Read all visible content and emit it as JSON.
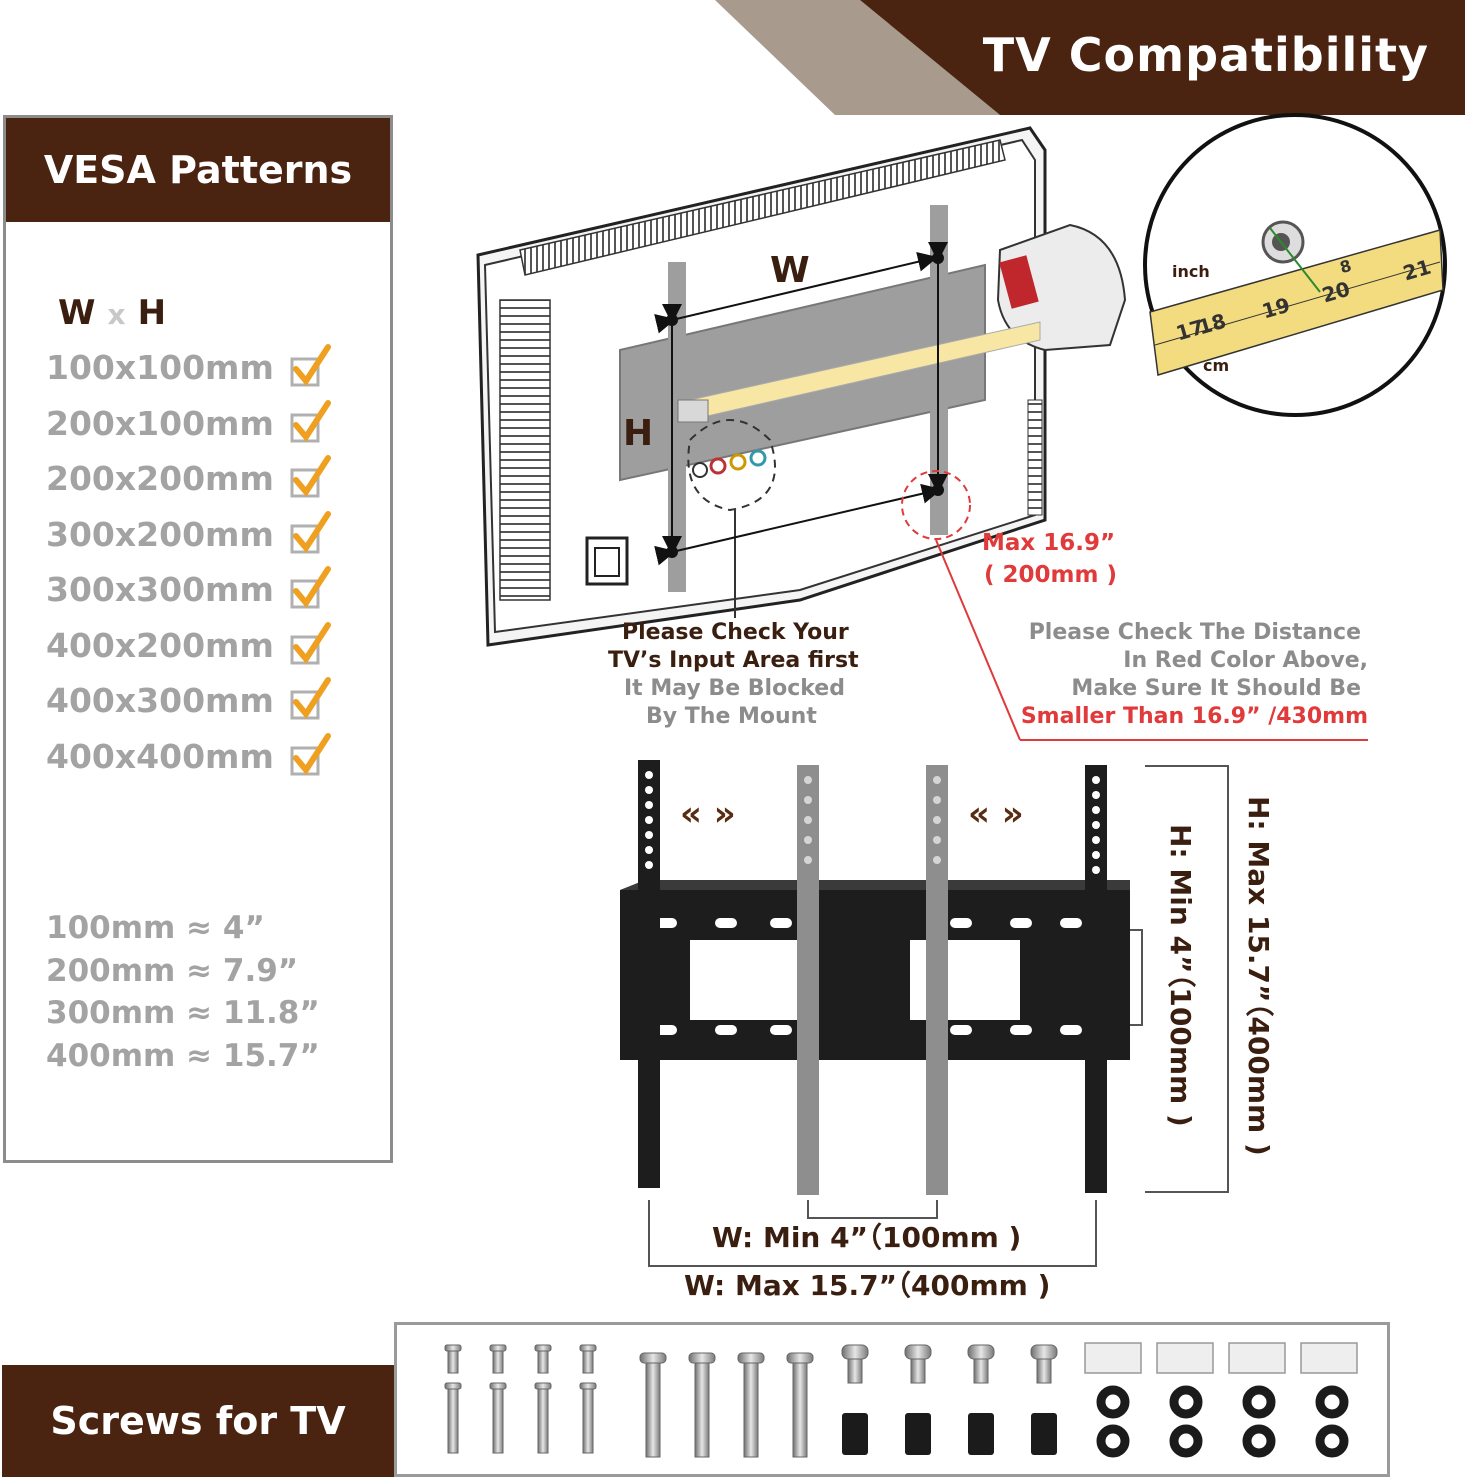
{
  "header": {
    "title": "TV  Compatibility"
  },
  "vesa": {
    "title": "VESA Patterns",
    "w_label": "W",
    "x_label": "x",
    "h_label": "H",
    "patterns": [
      "100x100mm",
      "200x100mm",
      "200x200mm",
      "300x200mm",
      "300x300mm",
      "400x200mm",
      "400x300mm",
      "400x400mm"
    ],
    "conversions": [
      "100mm ≈ 4”",
      "200mm ≈ 7.9”",
      "300mm ≈ 11.8”",
      "400mm ≈ 15.7”"
    ]
  },
  "tv_diagram": {
    "w_label": "W",
    "h_label": "H",
    "tape_inch": "inch",
    "tape_cm": "cm",
    "tape_numbers": [
      "17",
      "18",
      "19",
      "20",
      "21",
      "8"
    ],
    "max_line1": "Max  16.9”",
    "max_line2": "( 200mm )",
    "input_note": [
      "Please Check Your",
      "TV’s Input Area first",
      "It May Be Blocked",
      "By The Mount"
    ],
    "distance_note": [
      "Please Check The Distance",
      "In Red Color Above,",
      "Make Sure It Should Be",
      "Smaller Than 16.9”  /430mm"
    ]
  },
  "mount": {
    "arrows_left": "«  »",
    "arrows_right": "«  »",
    "w_min": "W: Min  4”（100mm )",
    "w_max": "W: Max  15.7”（400mm )",
    "h_min": "H: Min  4”（100mm )",
    "h_max": "H: Max  15.7”（400mm )"
  },
  "screws": {
    "title": "Screws for TV"
  },
  "colors": {
    "brown": "#4a2410",
    "red": "#e03a3a",
    "grey_text": "#a3a3a3",
    "check_orange": "#f0a020"
  }
}
